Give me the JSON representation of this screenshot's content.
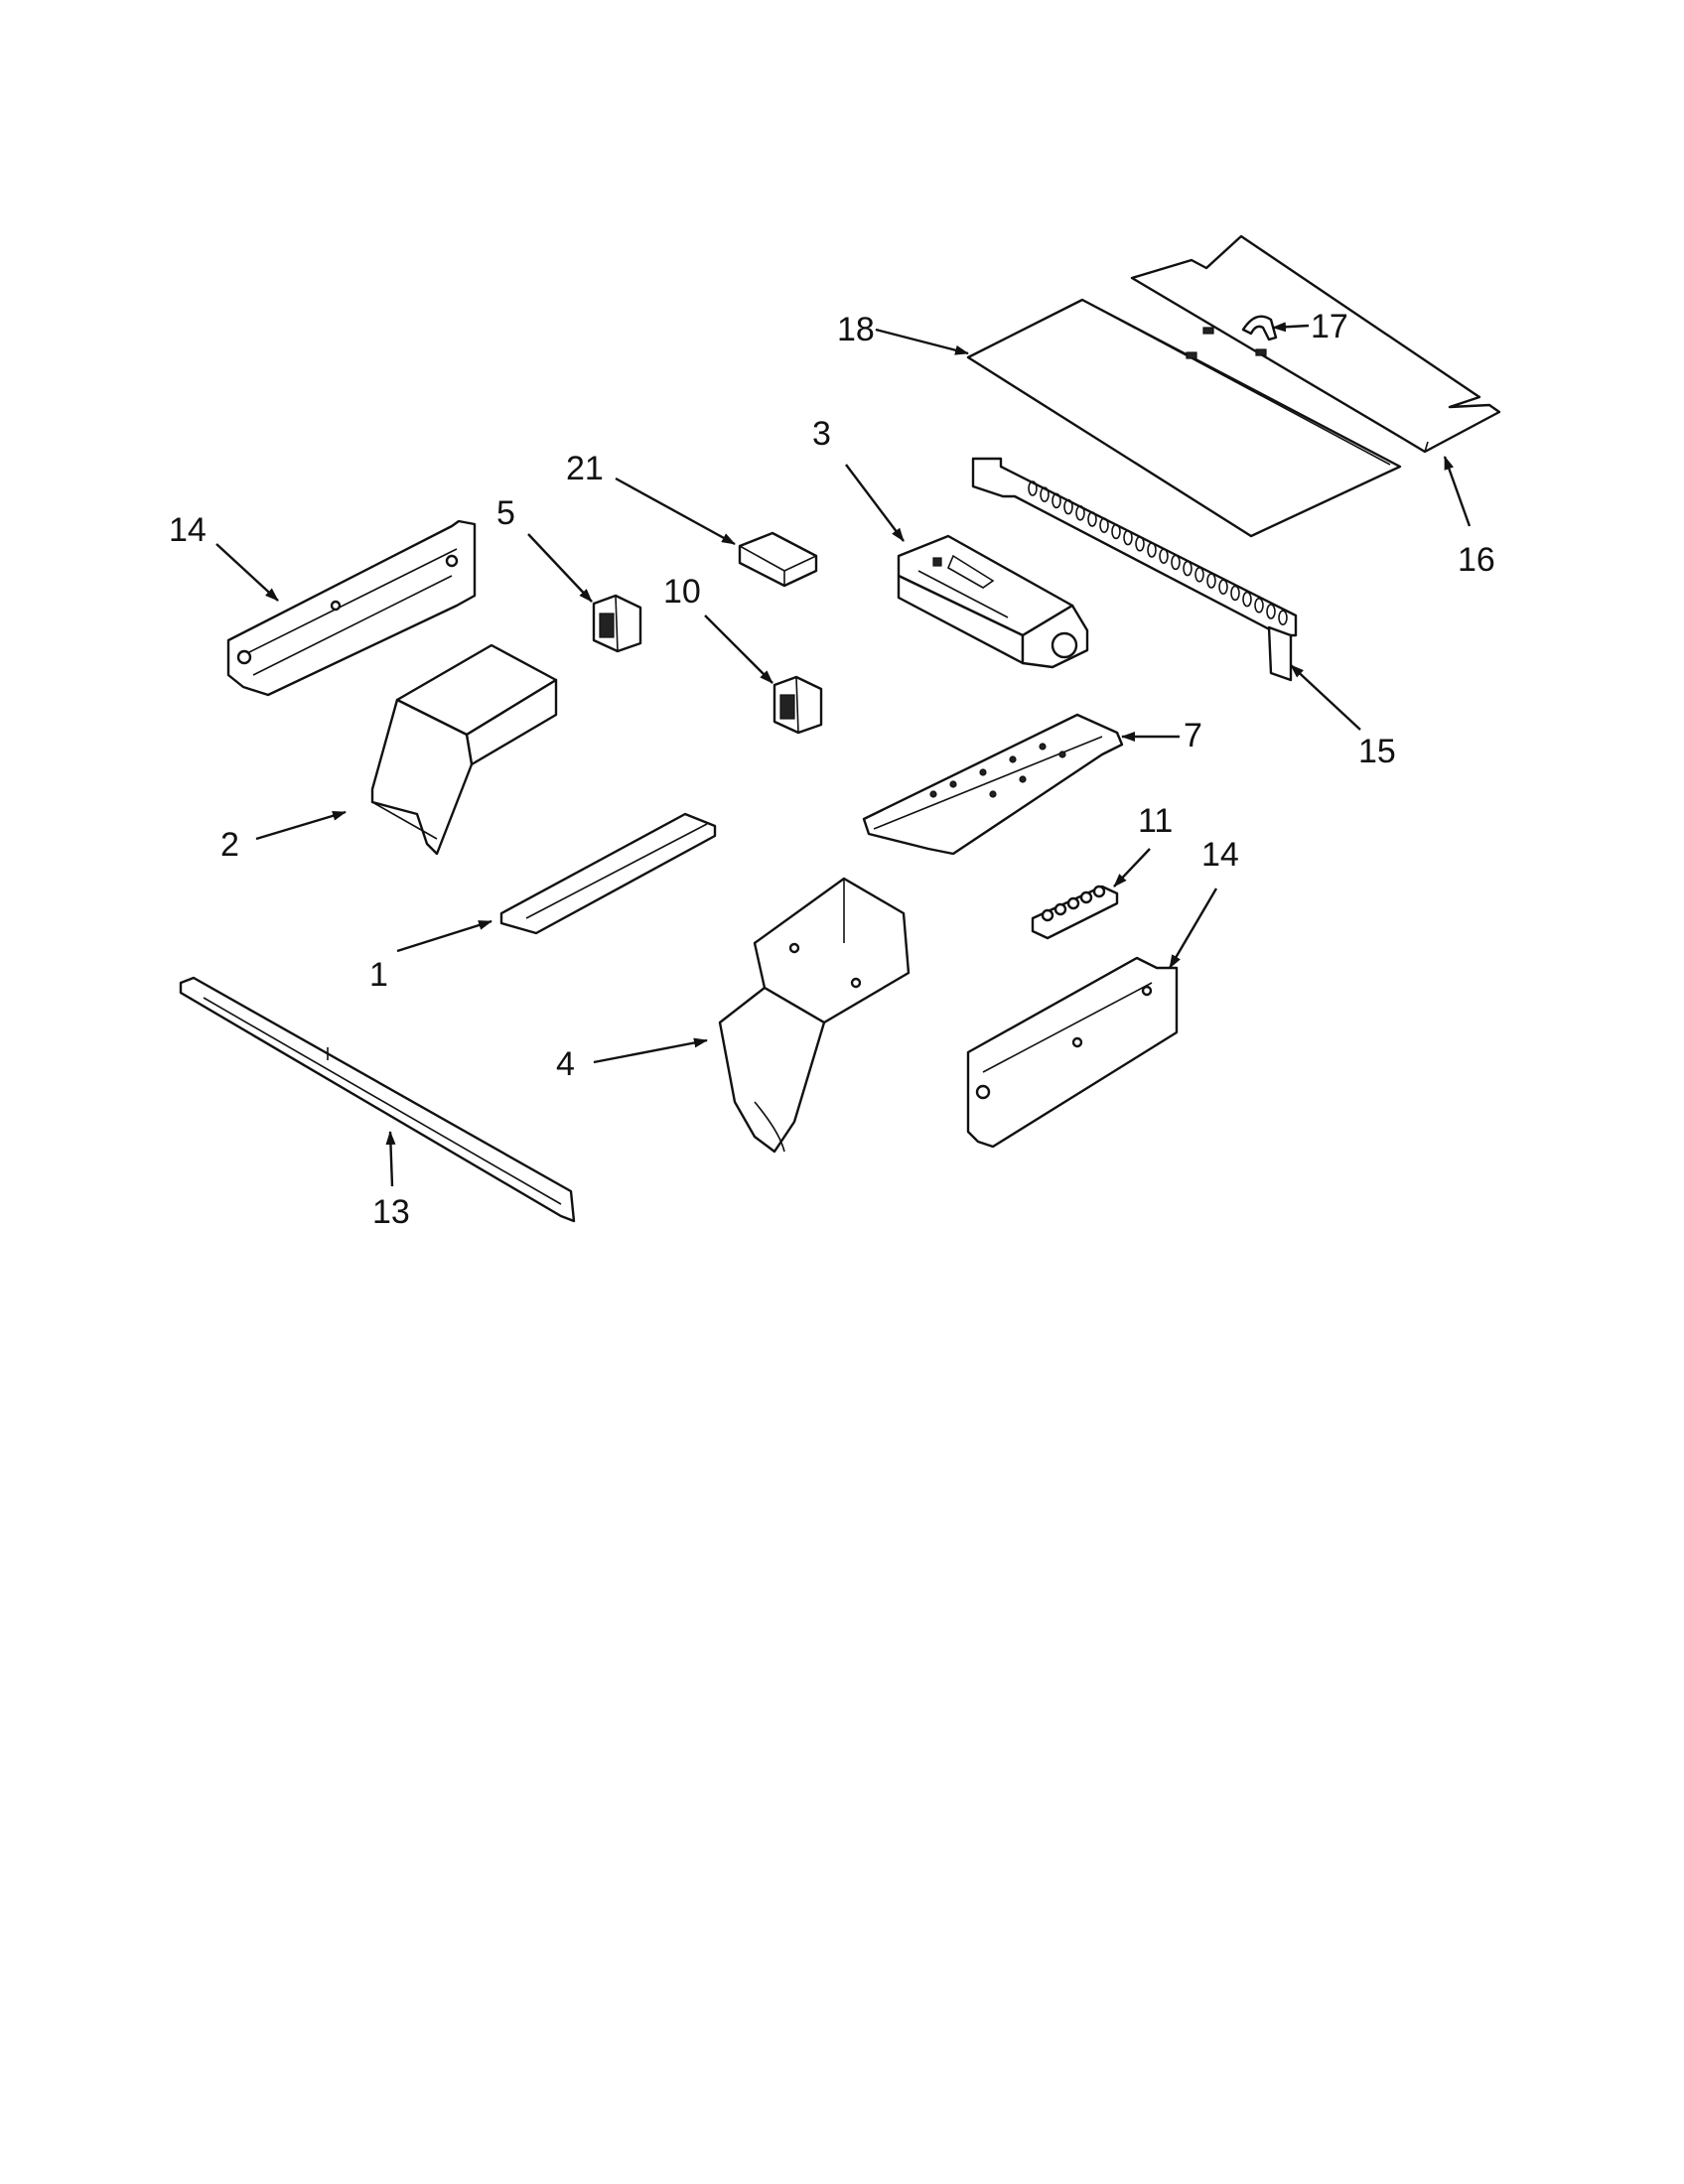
{
  "diagram": {
    "callouts": [
      {
        "id": "c1",
        "text": "1"
      },
      {
        "id": "c2",
        "text": "2"
      },
      {
        "id": "c3",
        "text": "3"
      },
      {
        "id": "c4",
        "text": "4"
      },
      {
        "id": "c5",
        "text": "5"
      },
      {
        "id": "c7",
        "text": "7"
      },
      {
        "id": "c10",
        "text": "10"
      },
      {
        "id": "c11",
        "text": "11"
      },
      {
        "id": "c13",
        "text": "13"
      },
      {
        "id": "c14a",
        "text": "14"
      },
      {
        "id": "c14b",
        "text": "14"
      },
      {
        "id": "c15",
        "text": "15"
      },
      {
        "id": "c16",
        "text": "16"
      },
      {
        "id": "c17",
        "text": "17"
      },
      {
        "id": "c18",
        "text": "18"
      },
      {
        "id": "c21",
        "text": "21"
      }
    ]
  }
}
